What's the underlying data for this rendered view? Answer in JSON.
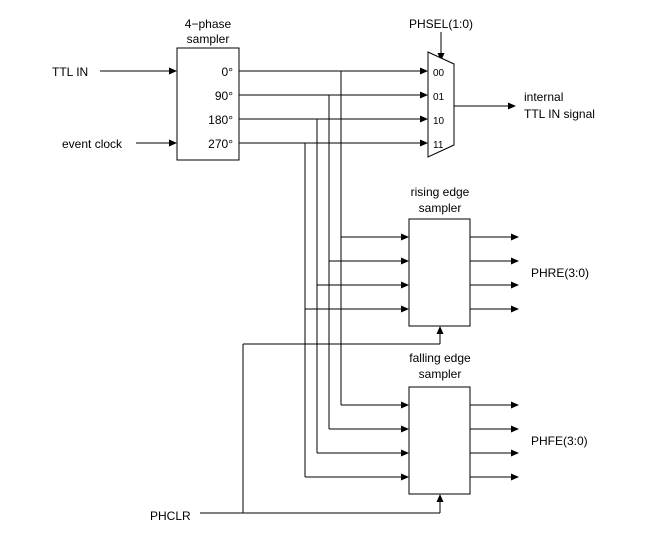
{
  "inputs": {
    "ttl_in": "TTL IN",
    "event_clock": "event clock",
    "phclr": "PHCLR"
  },
  "sampler": {
    "title_line1": "4−phase",
    "title_line2": "sampler",
    "ports": [
      "0°",
      "90°",
      "180°",
      "270°"
    ]
  },
  "mux": {
    "select_label": "PHSEL(1:0)",
    "ports": [
      "00",
      "01",
      "10",
      "11"
    ],
    "output_line1": "internal",
    "output_line2": "TTL IN signal"
  },
  "rising": {
    "title_line1": "rising edge",
    "title_line2": "sampler",
    "output_label": "PHRE(3:0)"
  },
  "falling": {
    "title_line1": "falling edge",
    "title_line2": "sampler",
    "output_label": "PHFE(3:0)"
  }
}
